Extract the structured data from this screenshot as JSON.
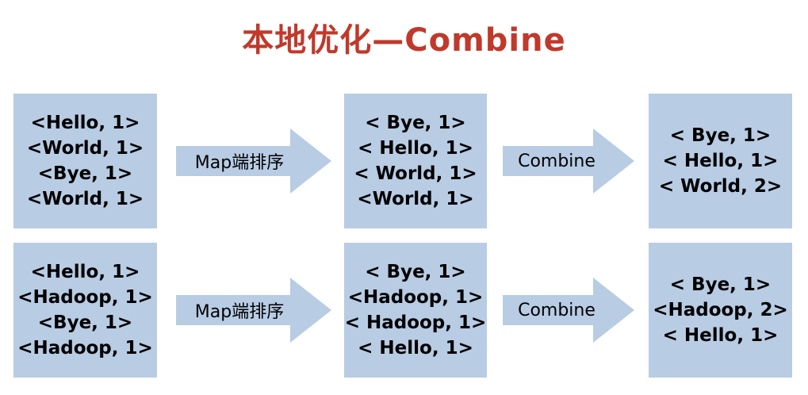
{
  "colors": {
    "title": "#c0392b",
    "box_fill": "#b8cce4",
    "arrow_fill": "#b8cce4"
  },
  "title": "本地优化—Combine",
  "rows": [
    {
      "input": [
        "<Hello, 1>",
        "<World, 1>",
        "<Bye, 1>",
        "<World, 1>"
      ],
      "arrow1_label": "Map端排序",
      "sorted": [
        "< Bye, 1>",
        "< Hello, 1>",
        "< World, 1>",
        "<World, 1>"
      ],
      "arrow2_label": "Combine",
      "combined": [
        "< Bye, 1>",
        "< Hello, 1>",
        "< World, 2>"
      ]
    },
    {
      "input": [
        "<Hello, 1>",
        "<Hadoop, 1>",
        "<Bye, 1>",
        "<Hadoop, 1>"
      ],
      "arrow1_label": "Map端排序",
      "sorted": [
        "< Bye, 1>",
        "<Hadoop, 1>",
        "< Hadoop, 1>",
        "< Hello, 1>"
      ],
      "arrow2_label": "Combine",
      "combined": [
        "< Bye, 1>",
        "<Hadoop, 2>",
        "< Hello, 1>"
      ]
    }
  ]
}
